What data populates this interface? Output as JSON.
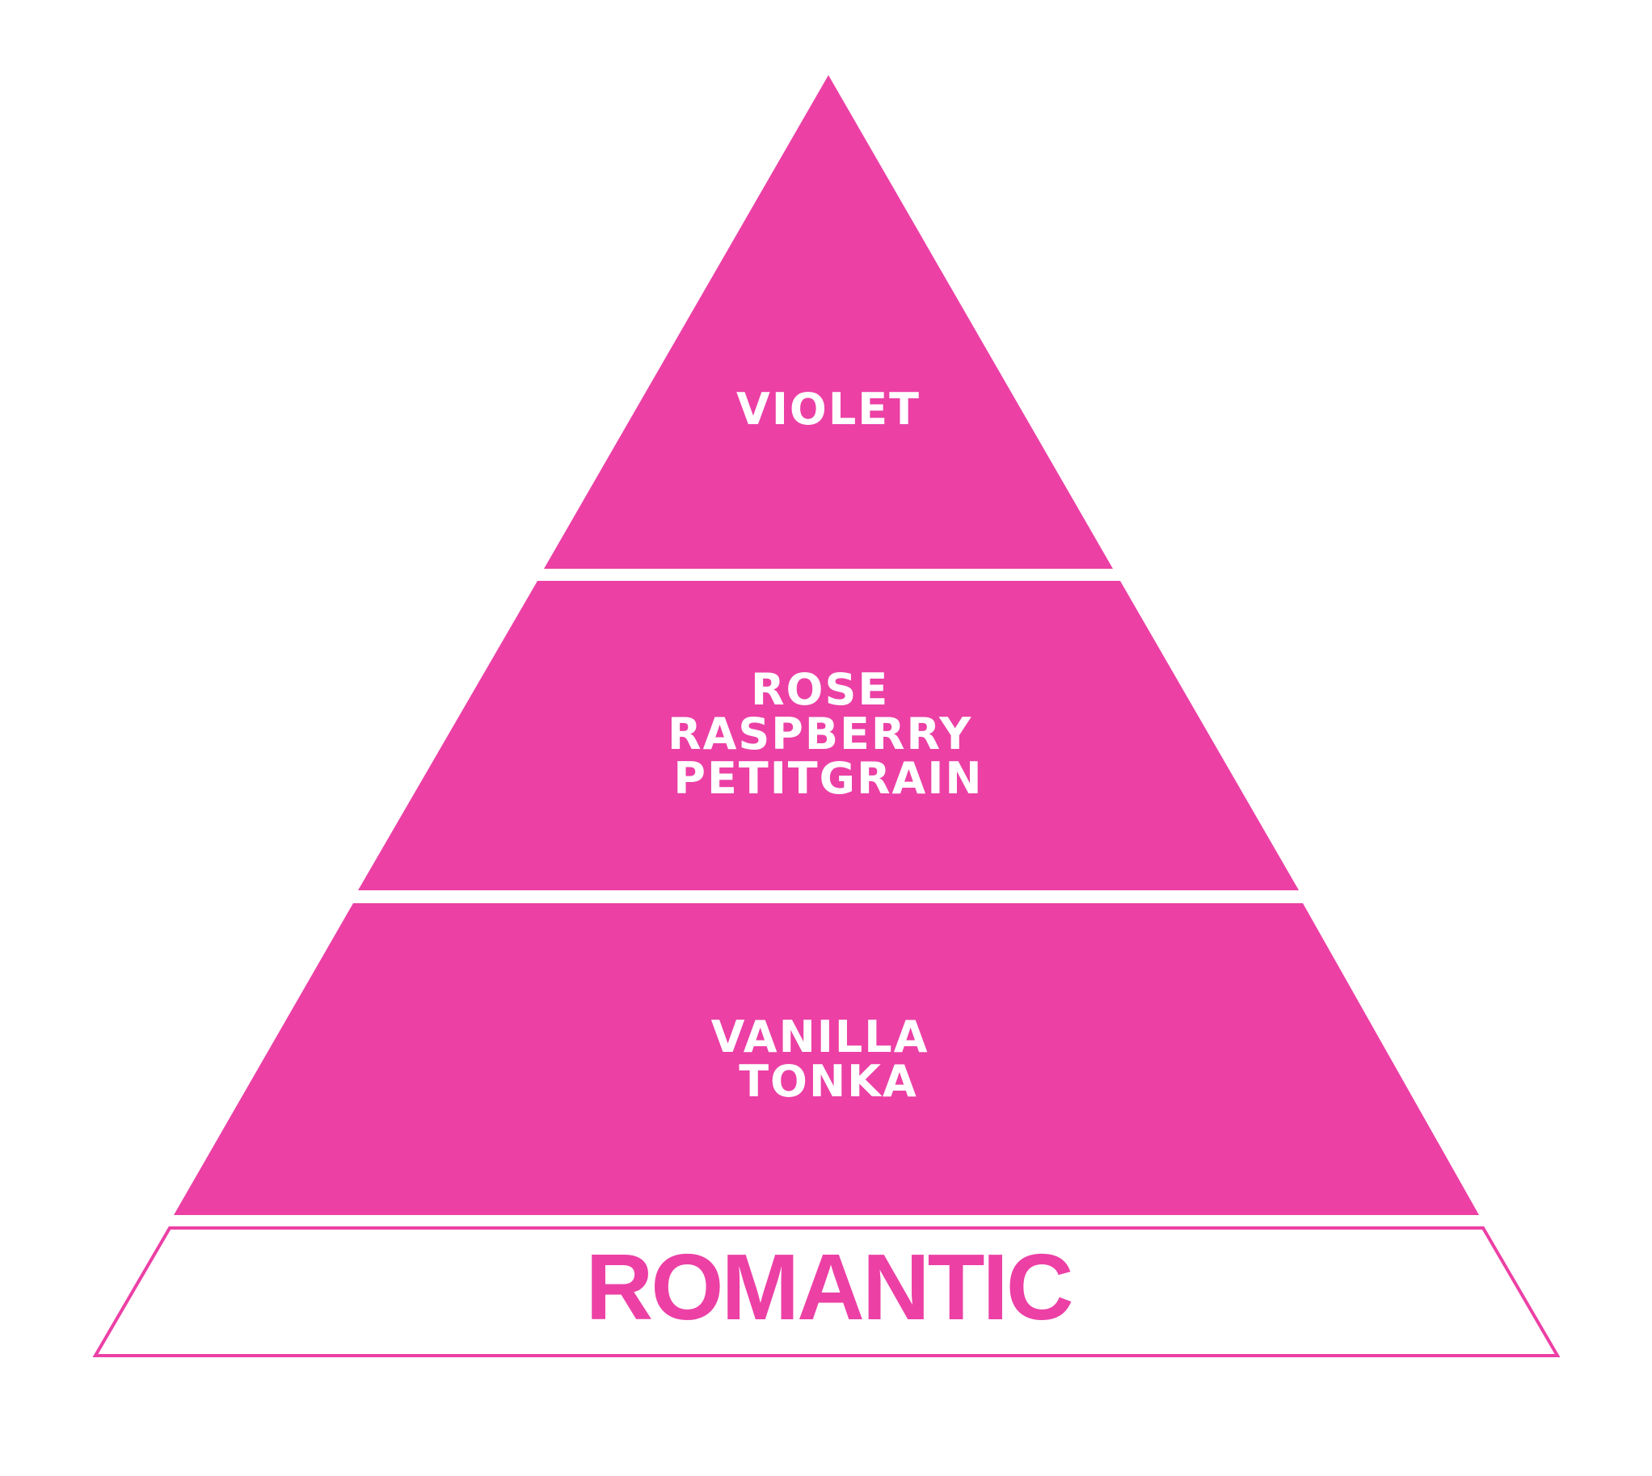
{
  "colors": {
    "fill": "#EC40A5",
    "background": "#FFFFFF",
    "base_outline": "#EC40A5",
    "tier_text": "#FFFFFF",
    "base_text": "#EC40A5"
  },
  "pyramid": {
    "tiers": [
      {
        "lines": [
          "VIOLET"
        ]
      },
      {
        "lines": [
          "ROSE",
          "RASPBERRY",
          "PETITGRAIN"
        ]
      },
      {
        "lines": [
          "VANILLA",
          "TONKA"
        ]
      }
    ],
    "base_label": "ROMANTIC"
  }
}
